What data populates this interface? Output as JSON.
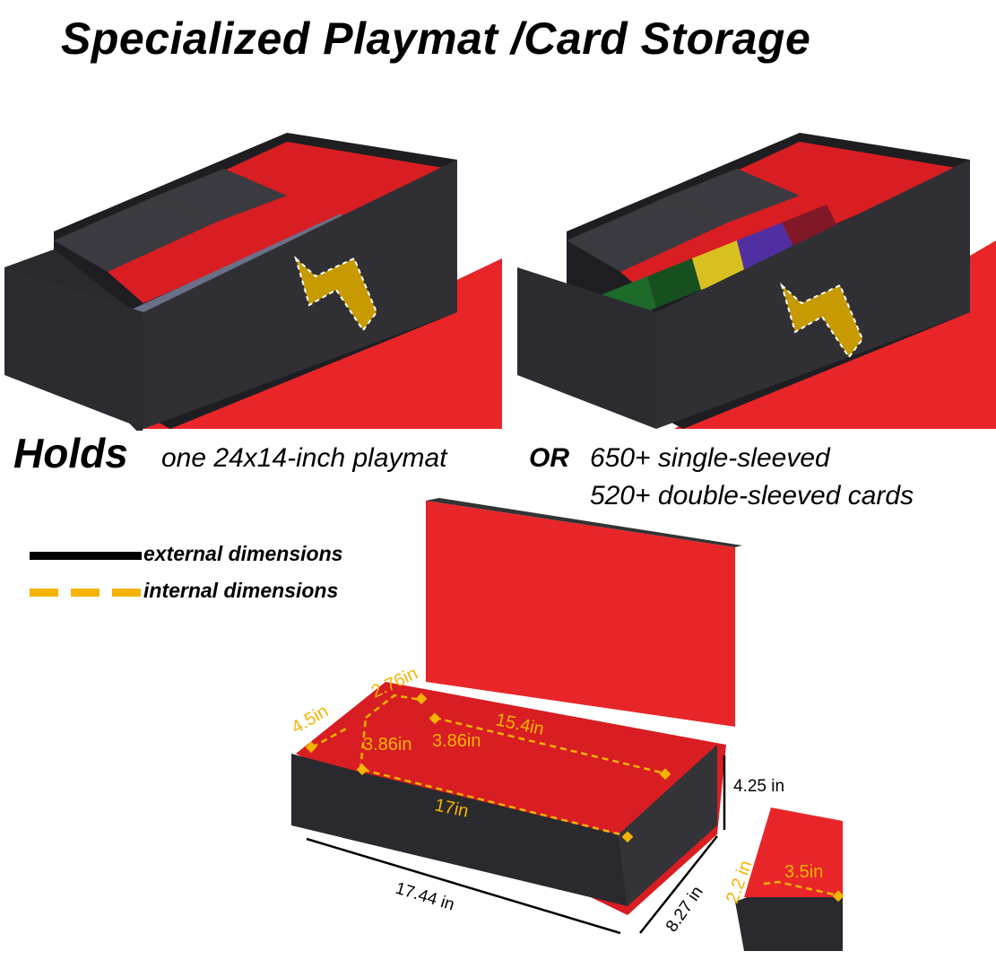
{
  "title": "Specialized Playmat /Card Storage",
  "captions": {
    "holds": "Holds",
    "playmat": "one 24x14-inch playmat",
    "or": "OR",
    "single": "650+ single-sleeved",
    "double": "520+ double-sleeved cards"
  },
  "legend": {
    "external": "external dimensions",
    "internal": "internal dimensions",
    "external_color": "#000000",
    "internal_color": "#f5b400"
  },
  "dimensions": {
    "d1": "4.5in",
    "d2": "2.76in",
    "d3": "15.4in",
    "d4": "3.86in",
    "d5": "3.86in",
    "d6": "17in",
    "height": "4.25 in",
    "length": "17.44 in",
    "width": "8.27 in",
    "small_h": "2.2 in",
    "small_w": "3.5in"
  },
  "colors": {
    "red": "#e8262a",
    "box": "#2a2a2e",
    "arrow": "#c69a00"
  }
}
